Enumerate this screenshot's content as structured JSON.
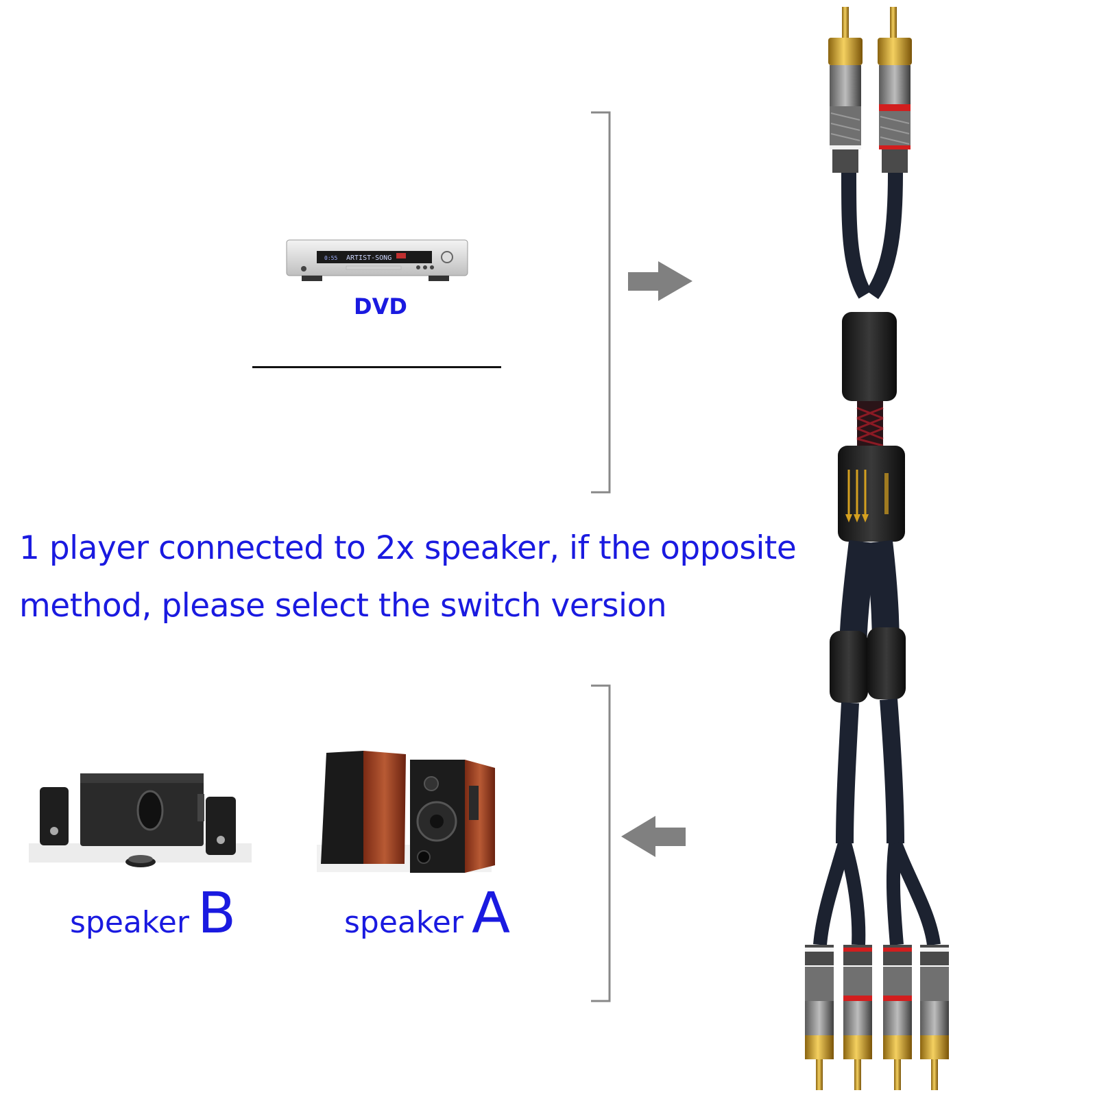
{
  "source_device": {
    "label": "DVD",
    "display_text": "ARTIST-SONG",
    "time_text": "0:55"
  },
  "caption": {
    "line1": "1 player connected to 2x speaker, if the opposite",
    "line2": "method, please select the switch version"
  },
  "speakers": [
    {
      "word": "speaker",
      "letter": "B"
    },
    {
      "word": "speaker",
      "letter": "A"
    }
  ],
  "colors": {
    "text_blue": "#1a1ae0",
    "bracket_gray": "#888888",
    "arrow_gray": "#808080",
    "cable_navy": "#1c2230",
    "gold": "#d4a020",
    "red_ring": "#d21e1e"
  },
  "icons": {
    "input_arrow": "arrow-right-icon",
    "output_arrow": "arrow-left-icon"
  }
}
